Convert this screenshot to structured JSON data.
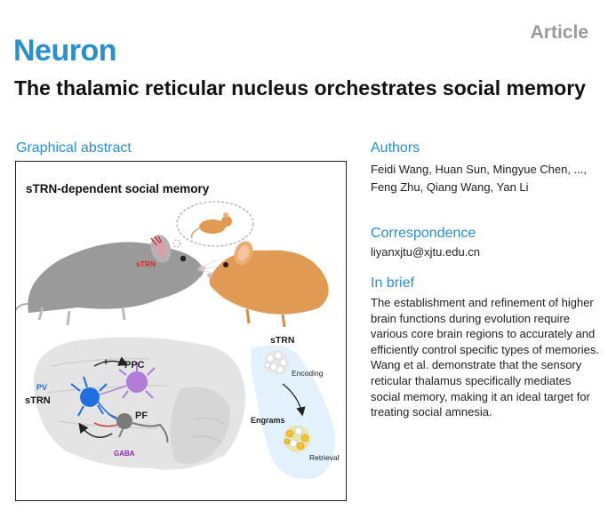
{
  "header": {
    "journal": "Neuron",
    "article_type": "Article"
  },
  "title": "The thalamic reticular nucleus orchestrates social memory",
  "graphical_abstract": {
    "heading": "Graphical abstract",
    "panel_title": "sTRN-dependent social memory",
    "labels": {
      "strn_on_mouse": "sTRN",
      "ppc": "PPC",
      "pv": "PV",
      "strn": "sTRN",
      "pf": "PF",
      "gaba": "GABA",
      "plus": "+",
      "minus": "−",
      "strn_cluster": "sTRN",
      "encoding": "Encoding",
      "engrams": "Engrams",
      "retrieval": "Retrieval"
    }
  },
  "authors": {
    "heading": "Authors",
    "text": "Feidi Wang, Huan Sun, Mingyue Chen, ..., Feng Zhu, Qiang Wang, Yan Li"
  },
  "correspondence": {
    "heading": "Correspondence",
    "email": "liyanxjtu@xjtu.edu.cn"
  },
  "in_brief": {
    "heading": "In brief",
    "text": "The establishment and refinement of higher brain functions during evolution require various core brain regions to accurately and efficiently control specific types of memories. Wang et al. demonstrate that the sensory reticular thalamus specifically mediates social memory, making it an ideal target for treating social amnesia."
  },
  "colors": {
    "accent": "#2a8fd0",
    "pv_neuron": "#1f6fe0",
    "ppc_neuron": "#b07cd6",
    "pf_neuron": "#7a7a7a",
    "gaba": "#8a2aa8",
    "strn_label_on_mouse": "#d22a2a",
    "strn_panel": "#e2f1fb"
  }
}
